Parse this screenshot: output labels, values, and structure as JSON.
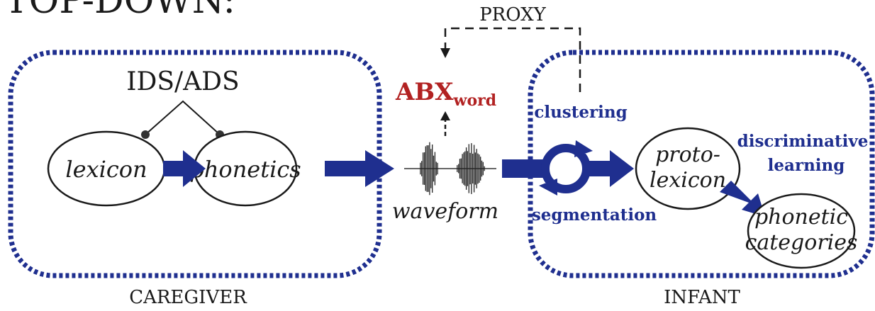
{
  "diagram": {
    "heading_partial": "TOP-DOWN:",
    "caregiver": {
      "group_label": "CAREGIVER",
      "ids_ads_label": "IDS/ADS",
      "lexicon_label": "lexicon",
      "phonetics_label": "phonetics"
    },
    "waveform_label": "waveform",
    "abx": {
      "main": "ABX",
      "subscript": "word"
    },
    "proxy_label": "PROXY",
    "infant": {
      "group_label": "INFANT",
      "clustering_label": "clustering",
      "segmentation_label": "segmentation",
      "proto_lexicon_line1": "proto-",
      "proto_lexicon_line2": "lexicon",
      "discriminative_line1": "discriminative",
      "discriminative_line2": "learning",
      "phonetic_categories_line1": "phonetic",
      "phonetic_categories_line2": "categories"
    },
    "colors": {
      "blue": "#1f2f8f",
      "red": "#b22222",
      "black": "#1a1a1a"
    }
  }
}
